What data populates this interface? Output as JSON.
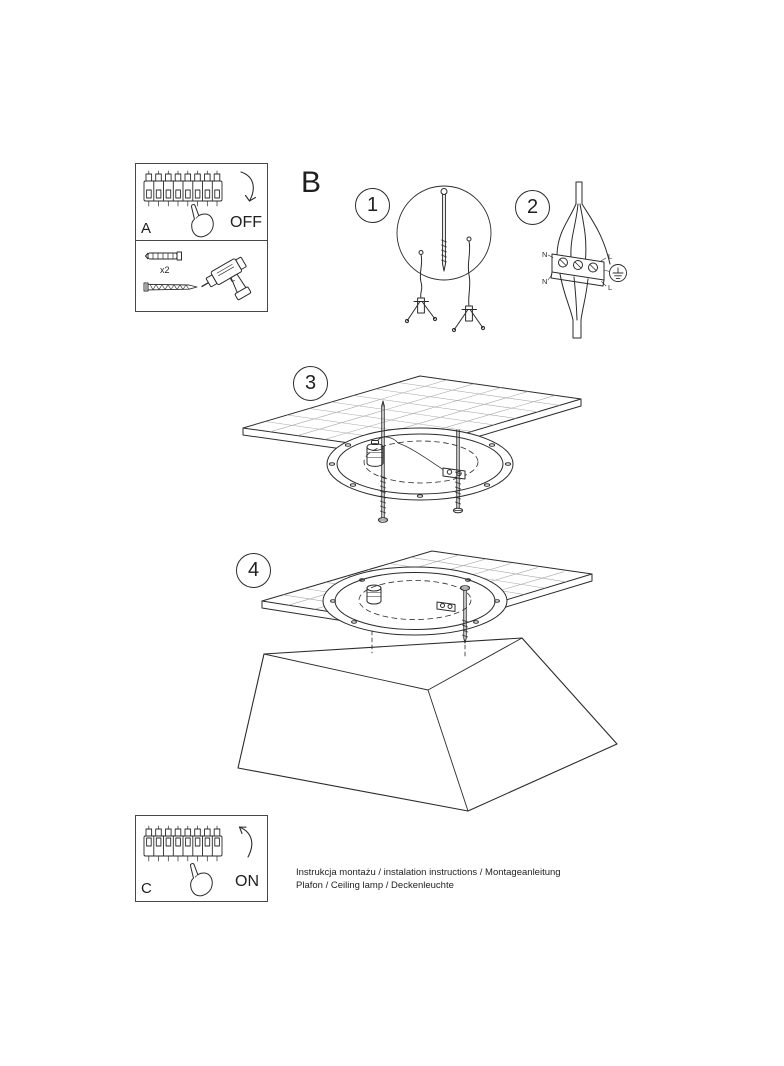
{
  "page": {
    "background": "#ffffff",
    "ink_color": "#2b2b2b"
  },
  "panel_a": {
    "label": "A",
    "state_label": "OFF"
  },
  "tools": {
    "quantity_label": "x2"
  },
  "section_b": {
    "label": "B"
  },
  "steps": [
    {
      "number": "1"
    },
    {
      "number": "2"
    },
    {
      "number": "3"
    },
    {
      "number": "4"
    }
  ],
  "wiring": {
    "neutral_top": "N",
    "live_top": "L",
    "neutral_bottom": "N",
    "live_bottom": "L"
  },
  "panel_c": {
    "label": "C",
    "state_label": "ON"
  },
  "footer": {
    "line1": "Instrukcja montażu / instalation instructions / Montageanleitung",
    "line2": "Plafon / Ceiling lamp / Deckenleuchte"
  },
  "icons": {
    "breaker_off": "circuit-breaker-off-icon",
    "breaker_on": "circuit-breaker-on-icon",
    "hand": "pointing-hand-icon",
    "arrow_down": "curved-arrow-down-icon",
    "arrow_up": "curved-arrow-up-icon",
    "wall_plug": "wall-plug-anchor-icon",
    "screw": "mounting-screw-icon",
    "drill": "power-drill-icon",
    "ground": "earth-ground-symbol-icon"
  }
}
